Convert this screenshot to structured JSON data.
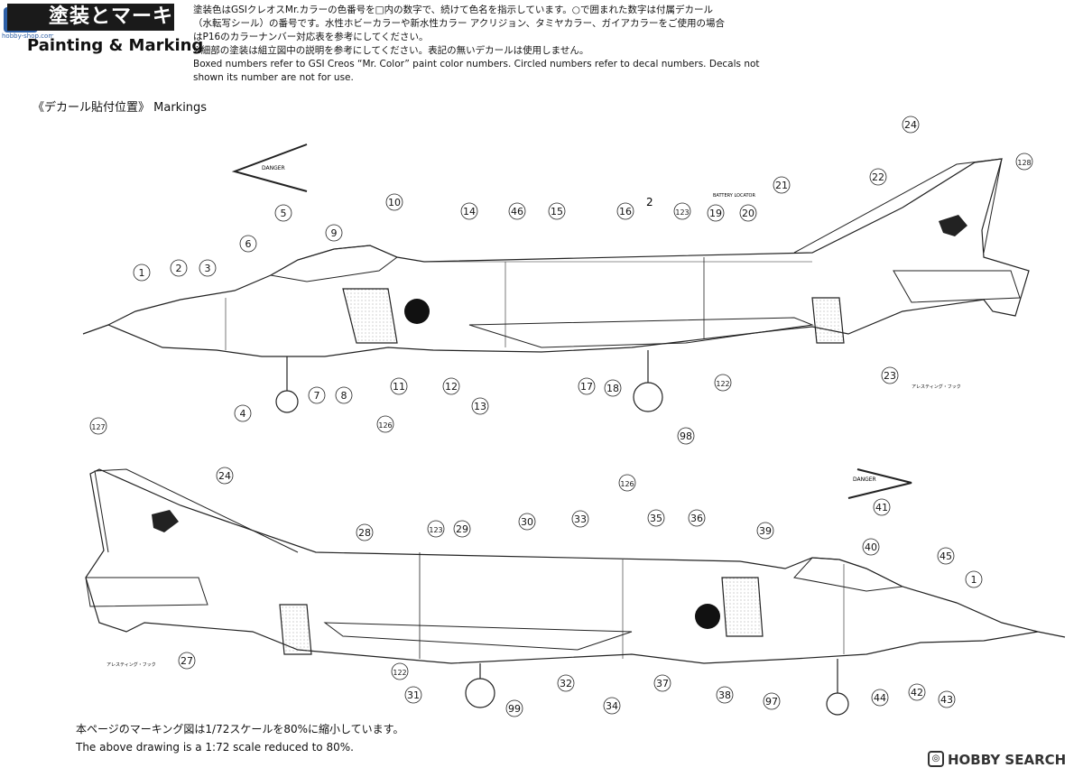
{
  "header": {
    "title_jp": "塗装とマーキング",
    "title_en": "Painting & Marking"
  },
  "intro": {
    "jp_line1": "塗装色はGSIクレオスMr.カラーの色番号を□内の数字で、続けて色名を指示しています。○で囲まれた数字は付属デカール",
    "jp_line2": "（水転写シール）の番号です。水性ホビーカラーや新水性カラー アクリジョン、タミヤカラー、ガイアカラーをご使用の場合",
    "jp_line3": "はP16のカラーナンバー対応表を参考にしてください。",
    "jp_note": "※細部の塗装は組立図中の説明を参考にしてください。表記の無いデカールは使用しません。",
    "en_line1": "Boxed numbers refer to GSI Creos “Mr. Color” paint color numbers. Circled numbers refer to decal numbers. Decals not",
    "en_line2": "shown its number are not for use."
  },
  "section_title": "《デカール貼付位置》 Markings",
  "footnote": {
    "jp": "本ページのマーキング図は1/72スケールを80%に縮小しています。",
    "en": "The above drawing is a 1:72 scale reduced to 80%."
  },
  "watermark": {
    "left_sub": "hobby-shop.com",
    "right": "HOBBY SEARCH"
  },
  "labels": {
    "danger": "DANGER",
    "battery_locator": "BATTERY LOCATOR",
    "arresting_hook": "アレスティング・フック",
    "stencil_2": "2"
  },
  "top_callouts": [
    "1",
    "2",
    "3",
    "4",
    "5",
    "6",
    "7",
    "8",
    "9",
    "10",
    "11",
    "12",
    "13",
    "14",
    "15",
    "16",
    "17",
    "18",
    "19",
    "20",
    "21",
    "22",
    "23",
    "24",
    "46",
    "98",
    "122",
    "123",
    "126",
    "128"
  ],
  "bottom_callouts": [
    "1",
    "24",
    "27",
    "28",
    "29",
    "30",
    "31",
    "32",
    "33",
    "34",
    "35",
    "36",
    "37",
    "38",
    "39",
    "40",
    "41",
    "42",
    "43",
    "44",
    "45",
    "97",
    "99",
    "122",
    "123",
    "126",
    "127"
  ]
}
